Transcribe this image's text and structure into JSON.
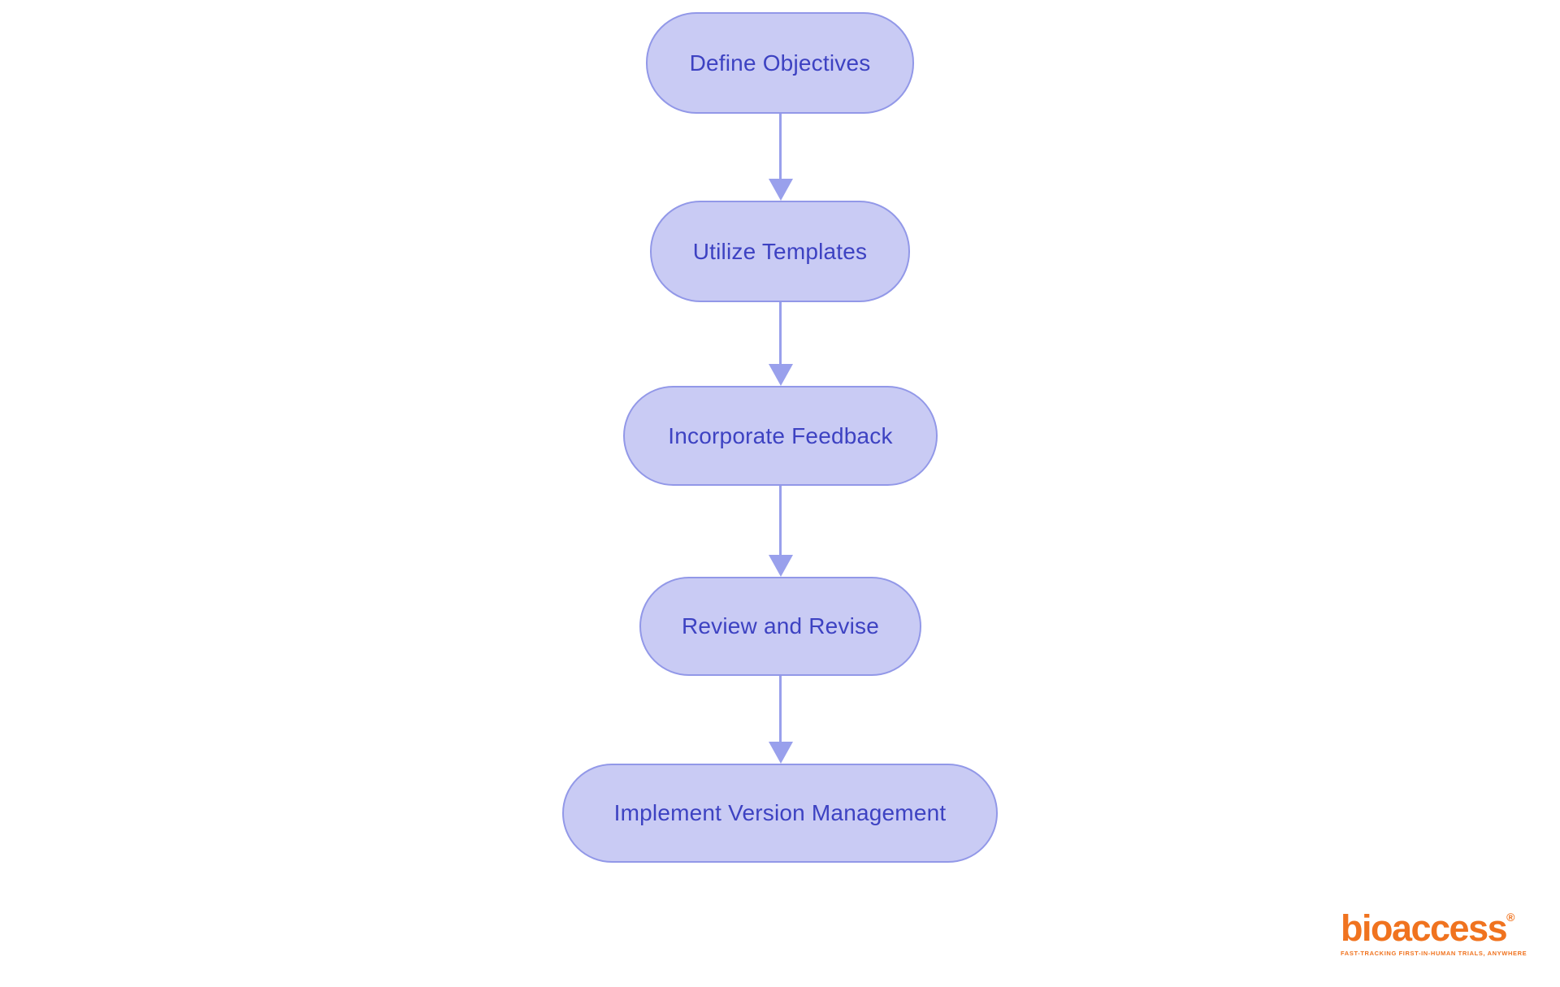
{
  "diagram": {
    "type": "flowchart",
    "direction": "top-down",
    "nodes": [
      {
        "id": "define-objectives",
        "label": "Define Objectives"
      },
      {
        "id": "utilize-templates",
        "label": "Utilize Templates"
      },
      {
        "id": "incorporate-feedback",
        "label": "Incorporate Feedback"
      },
      {
        "id": "review-and-revise",
        "label": "Review and Revise"
      },
      {
        "id": "implement-version-management",
        "label": "Implement Version Management"
      }
    ],
    "edges": [
      {
        "from": "define-objectives",
        "to": "utilize-templates"
      },
      {
        "from": "utilize-templates",
        "to": "incorporate-feedback"
      },
      {
        "from": "incorporate-feedback",
        "to": "review-and-revise"
      },
      {
        "from": "review-and-revise",
        "to": "implement-version-management"
      }
    ],
    "colors": {
      "node_fill": "#c9cbf4",
      "node_border": "#9298e8",
      "node_text": "#3d42c2",
      "arrow": "#99a0ec"
    }
  },
  "branding": {
    "logo_text": "bioaccess",
    "registered_mark": "®",
    "tagline": "FAST-TRACKING FIRST-IN-HUMAN TRIALS, ANYWHERE",
    "logo_color": "#f0731f"
  }
}
